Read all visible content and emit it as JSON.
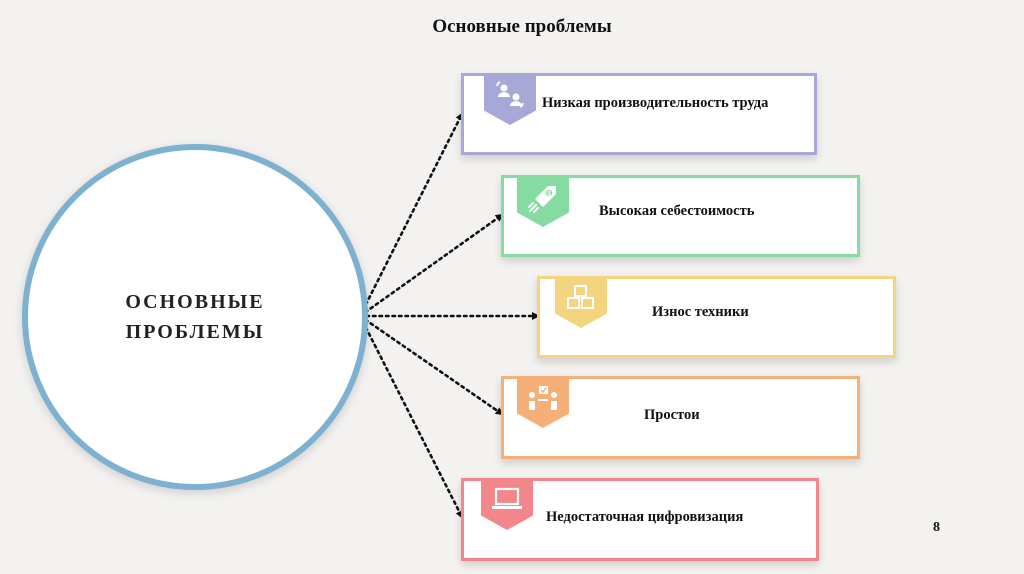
{
  "title": "Основные проблемы",
  "center": {
    "label": "ОСНОВНЫЕ\nПРОБЛЕМЫ"
  },
  "items": [
    {
      "label": "Низкая производительность труда",
      "icon": "people-exchange-icon",
      "color": "#a7a8d8"
    },
    {
      "label": "Высокая себестоимость",
      "icon": "rocket-dollar-icon",
      "color": "#86dba3"
    },
    {
      "label": "Износ техники",
      "icon": "boxes-icon",
      "color": "#f2d57e"
    },
    {
      "label": "Простои",
      "icon": "team-meeting-icon",
      "color": "#f5b07a"
    },
    {
      "label": "Недостаточная цифровизация",
      "icon": "laptop-icon",
      "color": "#f3868a"
    }
  ],
  "page_number": "8"
}
